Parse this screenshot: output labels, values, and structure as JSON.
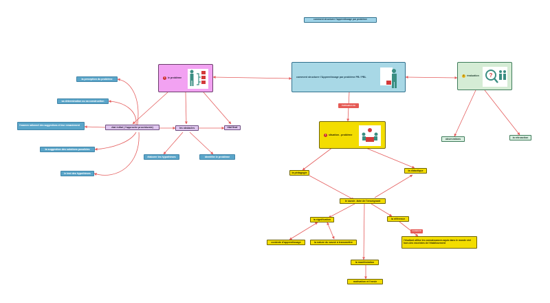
{
  "title": "comment structurer l'apprentissage par problème",
  "center": "comment structurer l'Apprentissage par problème PB / PBL",
  "left_main": "le problème",
  "right_main": "évaluation",
  "situation": "situation - problème",
  "edge_label_situation": "l'utilisation de",
  "left_children": {
    "etat_initial": "état initial ( l'approche procédurale)",
    "les_obstacles": "les obstacles",
    "etat_final": "état final"
  },
  "blue_labels": {
    "perception": "la perception du problème",
    "determination": "sa détermination ou sa construction",
    "examen": "l'examen rationnel des suggestions et leur remaniement",
    "suggestion": "la suggestion des solutions possibles",
    "test": "le test des hypothèses",
    "elaborer": "élaborer les hypothèses",
    "identifier": "identifier le problème"
  },
  "eval_children": {
    "observations": "observations",
    "retroaction": "la rétroaction"
  },
  "yellow_nodes": {
    "pedagogie": "la pédagogie",
    "didactique": "la didactique",
    "savoir_faire": "le savoir -faire de l'enseignant",
    "signification": "la signification",
    "reference": "la référence",
    "contexte": "contexte d'apprentissage",
    "nature": "la nature du savoir à transmettre",
    "manifestation": "la manifestation",
    "motivation": "motivation et l'envie",
    "etudiant": "l'étudiant utilise les connaissances aquis dans le monde réel hors des enceintes de l'établissement"
  },
  "comment_label": "comment",
  "colors": {
    "edge": "#e45a5a",
    "blue": "#5aa5c9",
    "lavender": "#dfc6ee",
    "center": "#9fd3e8",
    "green": "#d9efe1",
    "yellow": "#f3dd00"
  },
  "icons": {
    "left_main": "process-diagram-icon",
    "center": "teacher-at-board-icon",
    "right_main": "magnifier-people-icon",
    "situation": "group-meeting-icon"
  }
}
